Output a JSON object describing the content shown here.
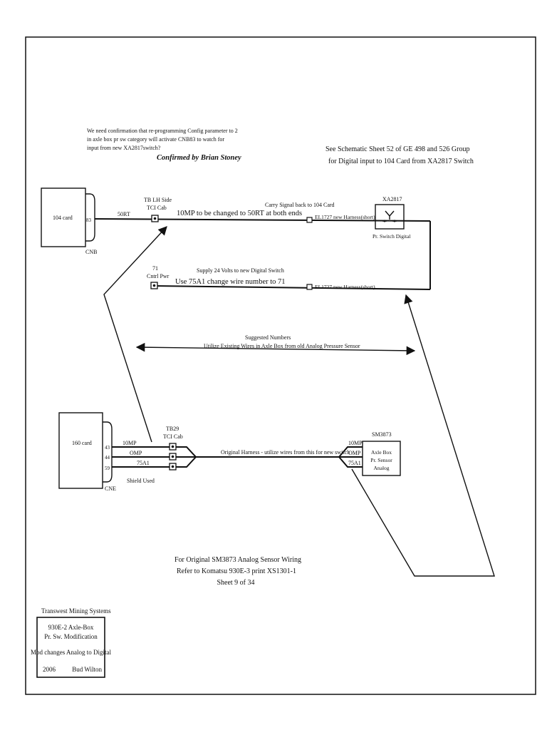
{
  "notes": {
    "confirmation": [
      "We need confirmation that re-programming Config parameter to 2",
      "in axle box pr sw category will activate CNB83 to watch for",
      "input from new XA2817switch?"
    ],
    "confirmed_by": "Confirmed by Brian Stoney",
    "schematic_ref": [
      "See Schematic Sheet 52 of GE 498 and 526 Group",
      "for Digital input to 104 Card from XA2817 Switch"
    ],
    "suggested": [
      "Suggested Numbers",
      "Utilize Existing Wires in Axle Box from old Analog Pressure Sensor"
    ],
    "original_ref": [
      "For Original SM3873 Analog Sensor Wiring",
      "Refer to Komatsu 930E-3 print XS1301-1",
      "Sheet 9 of 34"
    ]
  },
  "card104": {
    "label": "104 card",
    "pin": "83",
    "connector": "CNB"
  },
  "wire50rt": {
    "label": "50RT"
  },
  "tb_lh": {
    "line1": "TB LH Side",
    "line2": "TCI Cab"
  },
  "wire_top": {
    "change_note": "10MP to be changed to 50RT at both ends",
    "carry_note": "Carry Signal back to 104 Card",
    "harness": "EL1727 new Harness(short)"
  },
  "xa2817": {
    "label": "XA2817",
    "caption": "Pr. Switch Digital"
  },
  "term71": {
    "line1": "71",
    "line2": "Cntrl Pwr"
  },
  "wire_mid": {
    "supply_note": "Supply 24 Volts to new Digital Switch",
    "change_note": "Use 75A1 change wire number to 71",
    "harness": "EL1727 new Harness(short)"
  },
  "card160": {
    "label": "160 card",
    "pins": [
      "43",
      "44",
      "59"
    ],
    "connector": "CNE",
    "wires": [
      "10MP",
      "OMP",
      "75A1"
    ],
    "shield": "Shield Used"
  },
  "tb29": {
    "line1": "TB29",
    "line2": "TCI Cab"
  },
  "orig_harness": "Original Harness - utilize wires  from this for new switch",
  "sm3873": {
    "label": "SM3873",
    "wires": [
      "10MP",
      "OMP",
      "75A1"
    ],
    "box": [
      "Axle Box",
      "Pr. Sensor",
      "Analog"
    ]
  },
  "title_block": {
    "company": "Transwest Mining Systems",
    "line1": "930E-2 Axle-Box",
    "line2": "Pr. Sw. Modification",
    "line3": "Mod changes Analog to Digital",
    "year": "2006",
    "author": "Bud Wilton"
  }
}
